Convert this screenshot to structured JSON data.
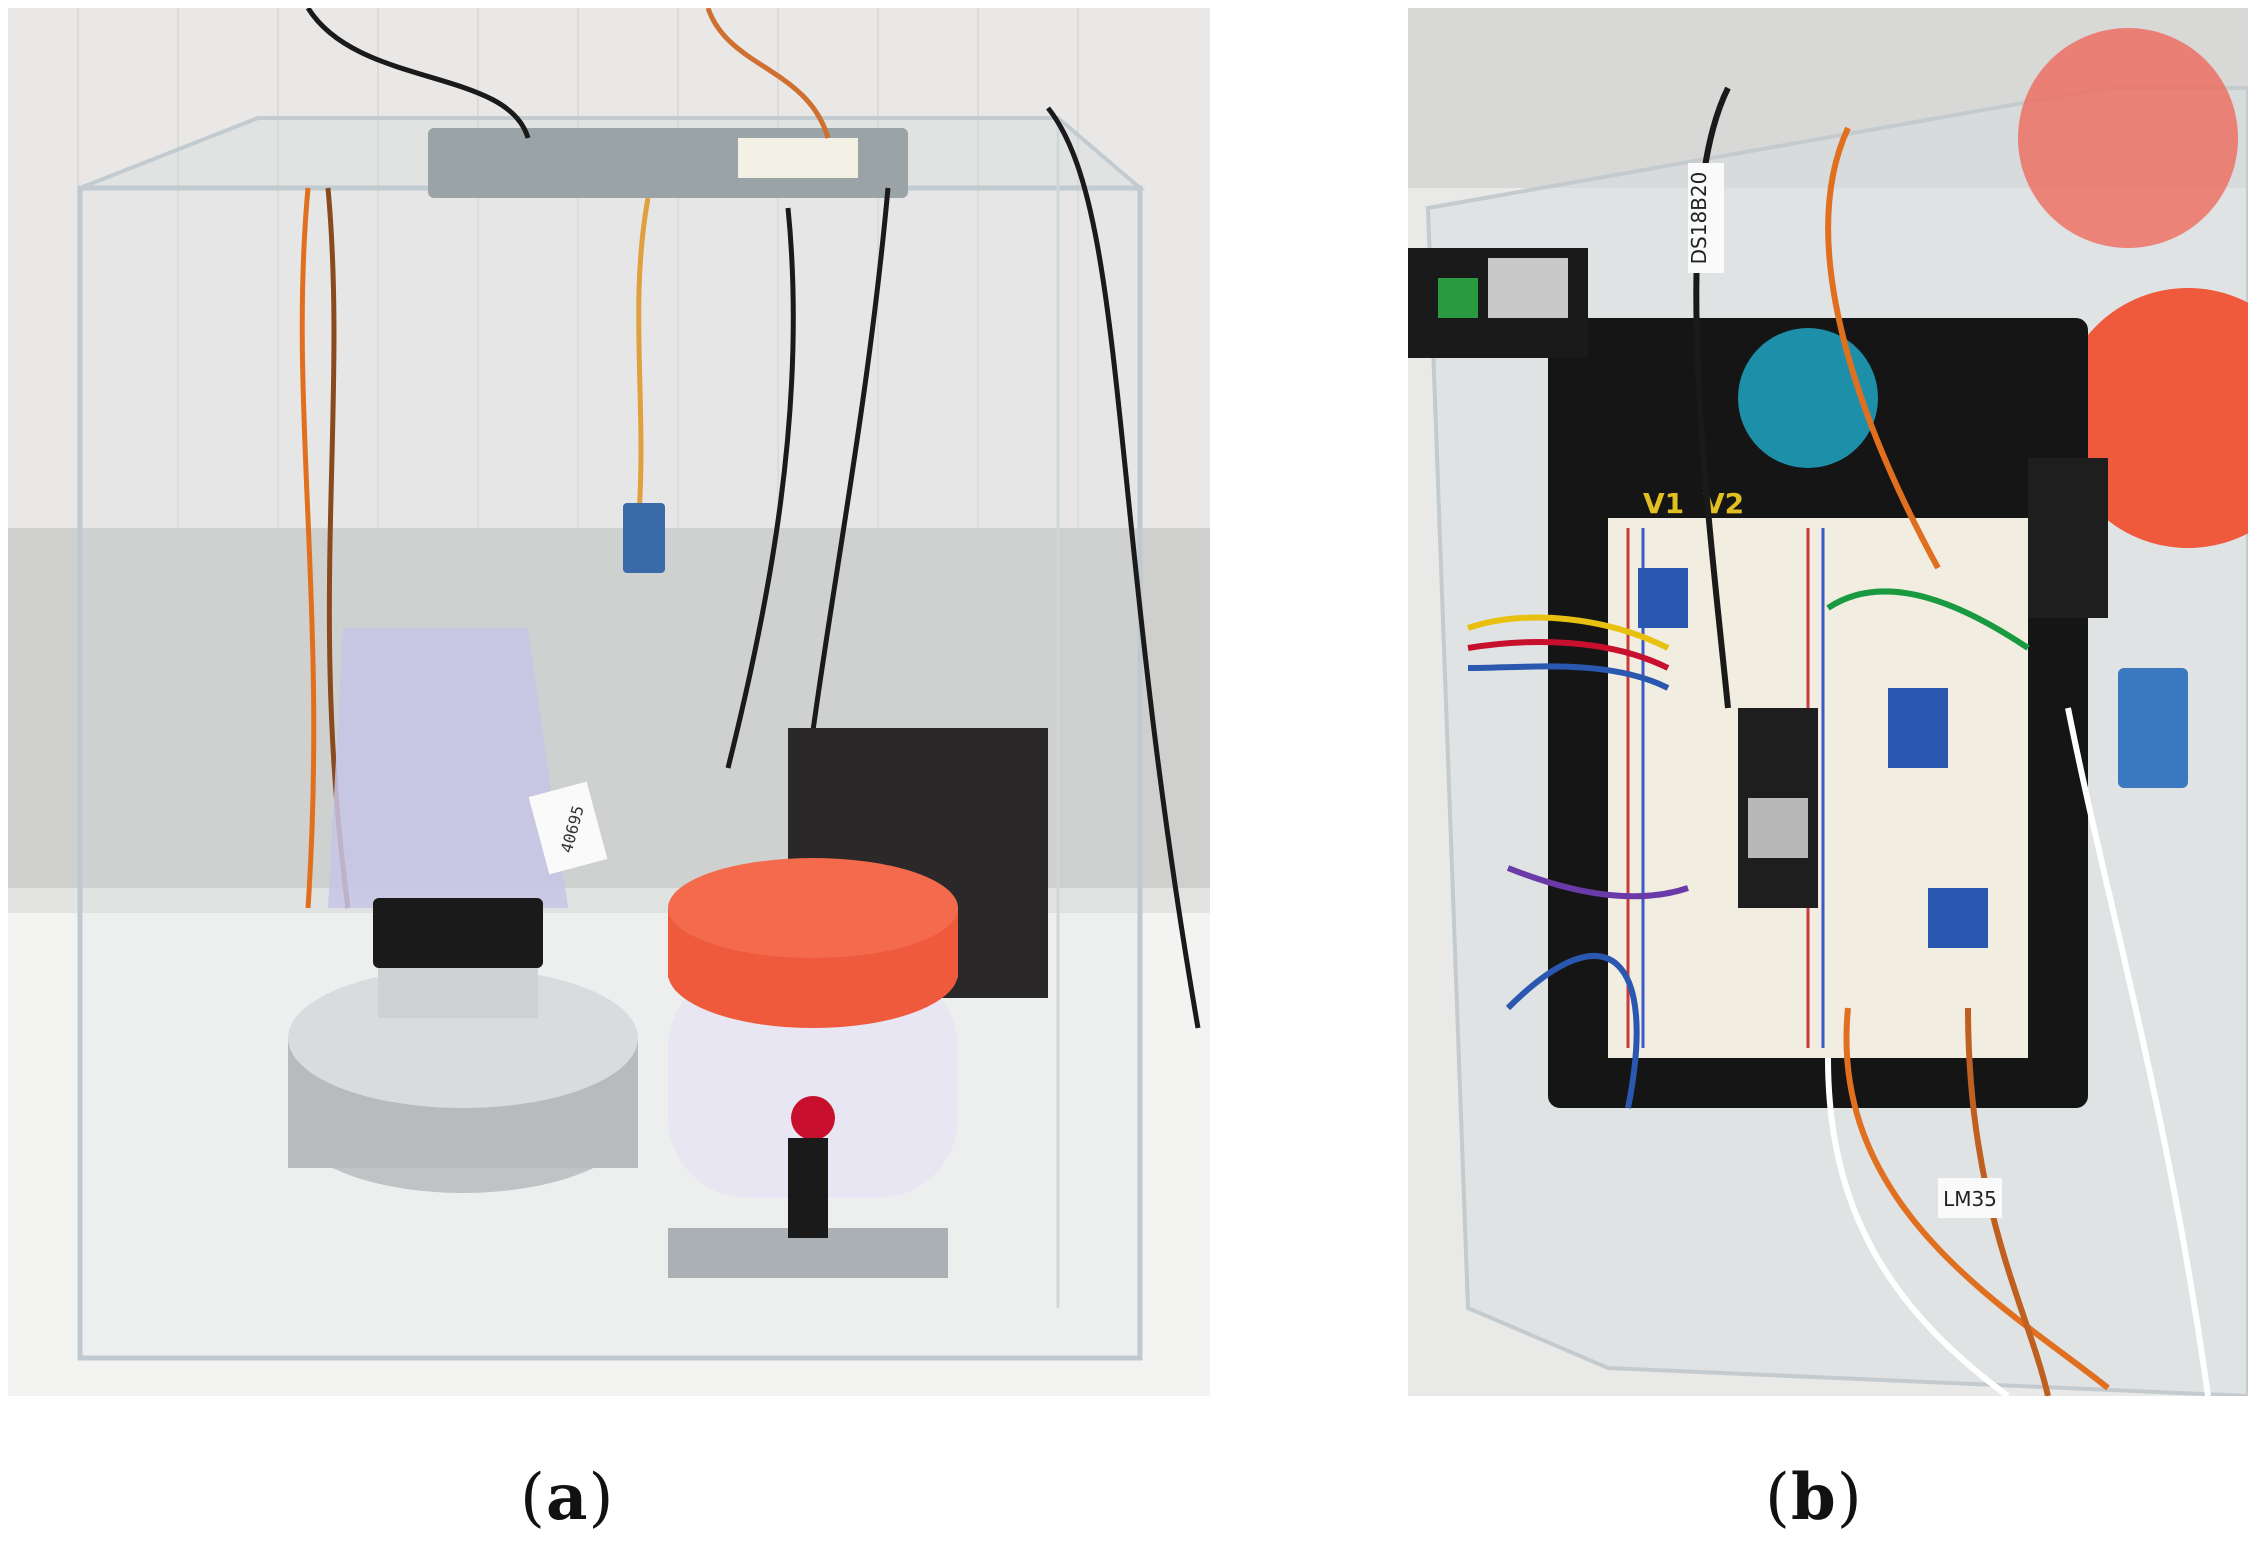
{
  "figure": {
    "panels": [
      {
        "caption_open": "(",
        "caption_letter": "a",
        "caption_close": ")",
        "icon": "photo-acrylic-enclosure-with-fan-heater-and-humidifier",
        "labels": {
          "sticker": "40695"
        }
      },
      {
        "caption_open": "(",
        "caption_letter": "b",
        "caption_close": ")",
        "icon": "photo-breadboard-circuit-on-acrylic-panel",
        "labels": {
          "sensor_tag_top": "DS18B20",
          "sensor_tag_bottom": "LM35",
          "breadboard_v1": "V1",
          "breadboard_v2": "V2"
        }
      }
    ]
  },
  "colors": {
    "background": "#ffffff",
    "wall": "#e8e8e6",
    "shelf": "#f2f2f2",
    "acrylic_edge": "#c9d1d4",
    "humidifier_orange": "#ef5a3c",
    "breadboard_black": "#151515",
    "wire_orange": "#e07020",
    "wire_black": "#1a1a1a"
  }
}
